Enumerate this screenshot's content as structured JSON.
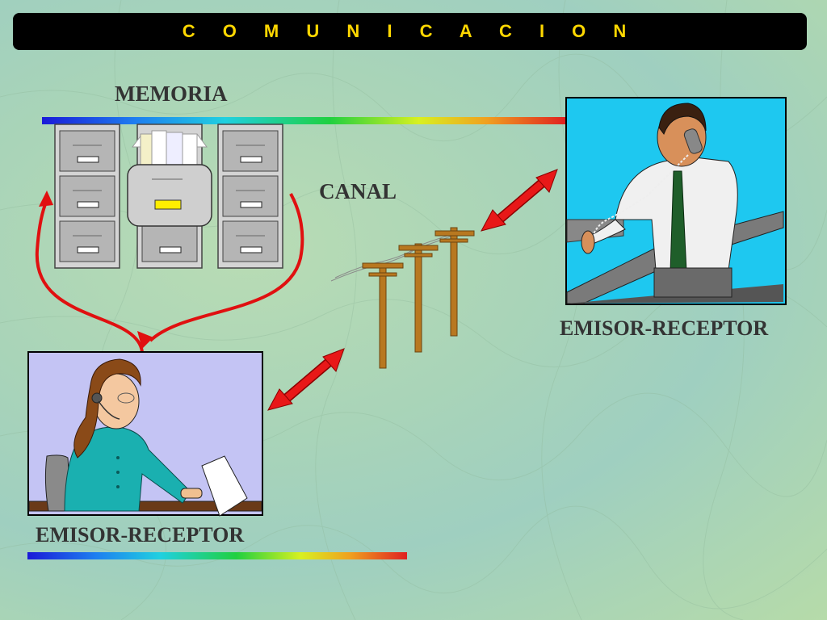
{
  "title": "C O M U N I C A C I O N",
  "labels": {
    "memoria": "MEMORIA",
    "canal": "CANAL",
    "emisor_receptor_top": "EMISOR-RECEPTOR",
    "emisor_receptor_bottom": "EMISOR-RECEPTOR"
  },
  "colors": {
    "title_bar": "#000000",
    "title_text": "#ffd700",
    "arrow_red": "#e01010",
    "panel_top_bg": "#1ec8f0",
    "panel_bottom_bg": "#c4c4f4",
    "pole_brown": "#b87820",
    "cabinet_gray": "#c8c8c8"
  },
  "icons": [
    "file-cabinet-icon",
    "telephone-pole-icon",
    "man-on-phone-illustration",
    "woman-with-headset-illustration",
    "double-arrow-icon",
    "curved-arrow-icon"
  ]
}
